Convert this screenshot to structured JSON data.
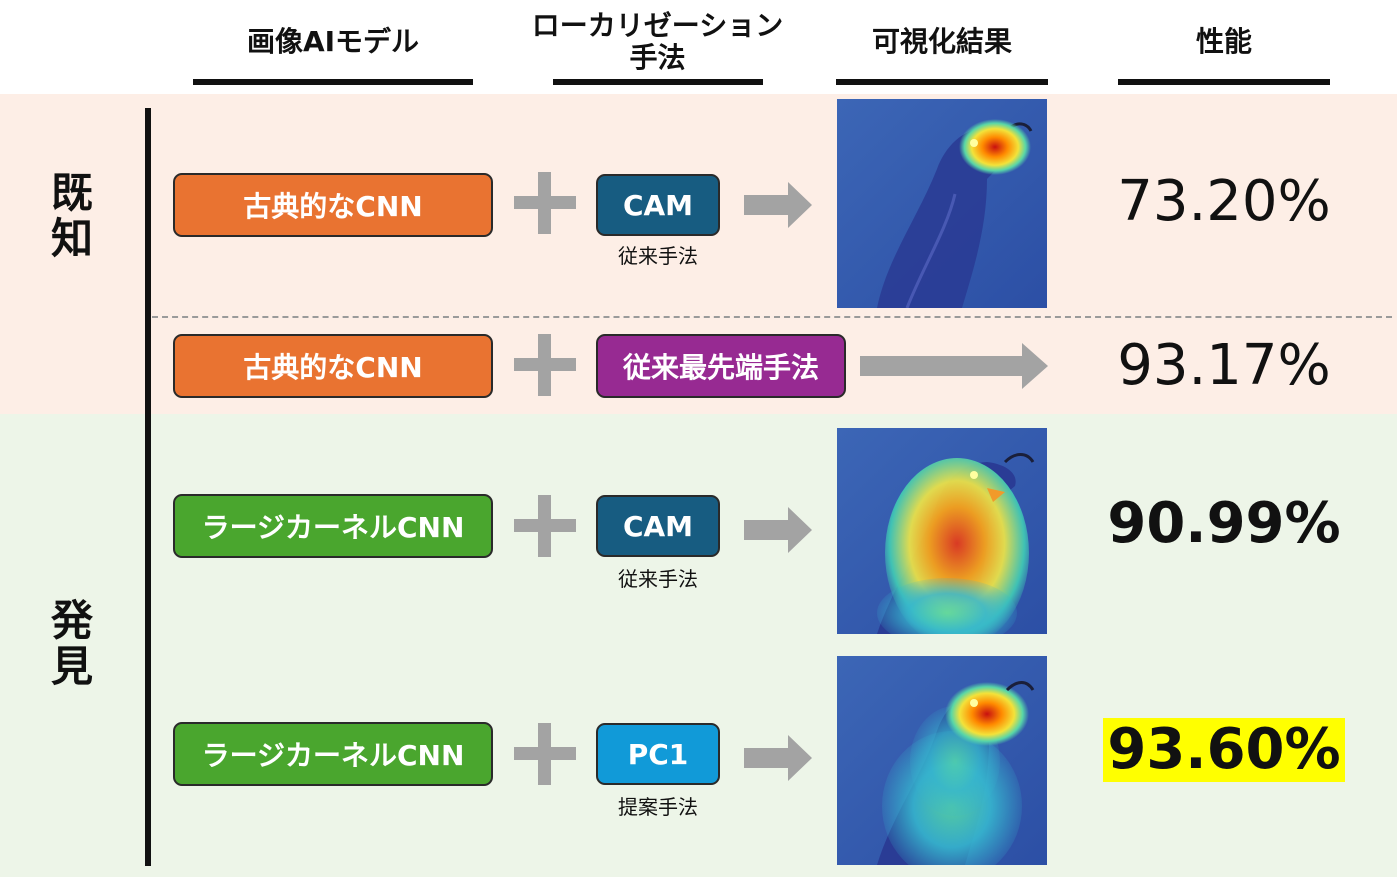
{
  "headers": {
    "model": "画像AIモデル",
    "method_line1": "ローカリゼーション",
    "method_line2": "手法",
    "result": "可視化結果",
    "performance": "性能"
  },
  "groups": {
    "known": "既知",
    "discovery": "発見"
  },
  "rows": [
    {
      "model": "古典的なCNN",
      "method": "CAM",
      "method_note": "従来手法",
      "performance": "73.20%"
    },
    {
      "model": "古典的なCNN",
      "method": "従来最先端手法",
      "method_note": "",
      "performance": "93.17%"
    },
    {
      "model": "ラージカーネルCNN",
      "method": "CAM",
      "method_note": "従来手法",
      "performance": "90.99%"
    },
    {
      "model": "ラージカーネルCNN",
      "method": "PC1",
      "method_note": "提案手法",
      "performance": "93.60%"
    }
  ],
  "colors": {
    "known_band": "#fdeee6",
    "discovery_band": "#edf5e8",
    "classic_cnn": "#e97331",
    "large_kernel_cnn": "#4aa62e",
    "cam": "#175c81",
    "sota": "#972a92",
    "pc1": "#119ad8",
    "highlight": "#ffff00"
  }
}
